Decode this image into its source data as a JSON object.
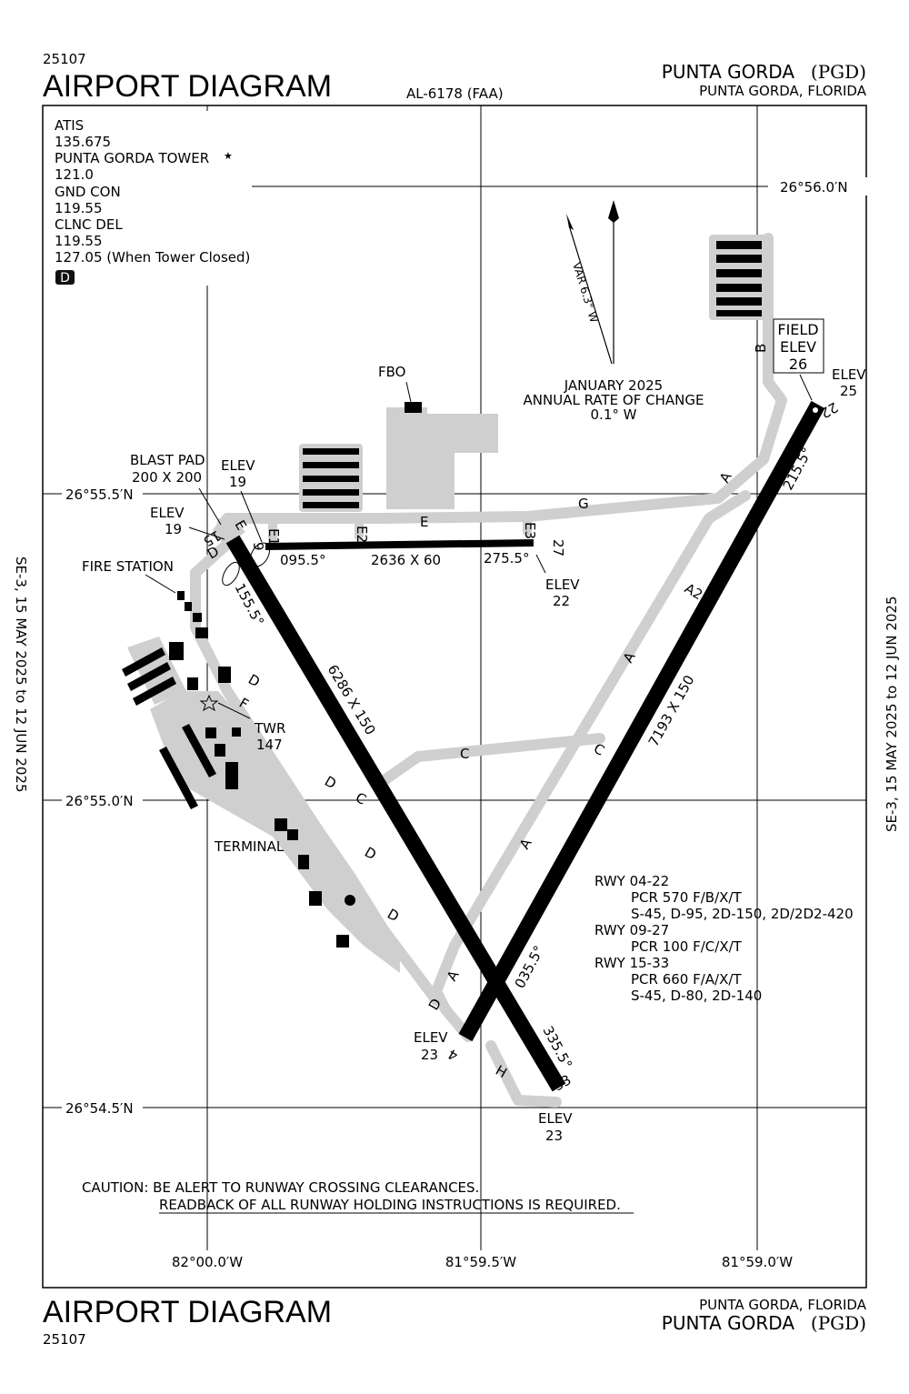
{
  "header": {
    "chart_number": "25107",
    "title": "AIRPORT DIAGRAM",
    "procedure_id": "AL-6178 (FAA)",
    "airport_name": "PUNTA GORDA",
    "airport_id": "(PGD)",
    "location": "PUNTA GORDA, FLORIDA"
  },
  "footer": {
    "title": "AIRPORT DIAGRAM",
    "chart_number": "25107",
    "location": "PUNTA GORDA, FLORIDA",
    "airport_name": "PUNTA GORDA",
    "airport_id": "(PGD)"
  },
  "side_labels": {
    "left": "SE-3,  15 MAY 2025  to  12 JUN 2025",
    "right": "SE-3,  15 MAY 2025  to  12 JUN 2025"
  },
  "frequencies": {
    "lines": [
      "ATIS",
      "135.675",
      "PUNTA GORDA TOWER",
      "121.0",
      "GND CON",
      "119.55",
      "CLNC DEL",
      "119.55",
      "127.05 (When Tower Closed)"
    ],
    "star": "★",
    "class_badge": "D"
  },
  "coordinates": {
    "lat": [
      "26°56.0′N",
      "26°55.5′N",
      "26°55.0′N",
      "26°54.5′N"
    ],
    "lon": [
      "82°00.0′W",
      "81°59.5′W",
      "81°59.0′W"
    ]
  },
  "magnetic": {
    "variation": "VAR 6.3° W",
    "rate_lines": [
      "JANUARY 2025",
      "ANNUAL RATE OF CHANGE",
      "0.1° W"
    ]
  },
  "field_elev": [
    "FIELD",
    "ELEV",
    "26"
  ],
  "runways": {
    "r0422": {
      "dims": "7193 X 150",
      "end_a": "4",
      "end_b": "22",
      "hdg_a": "035.5°",
      "hdg_b": "215.5°",
      "elev_a": [
        "ELEV",
        "23"
      ],
      "elev_b": [
        "ELEV",
        "25"
      ]
    },
    "r0927": {
      "dims": "2636 X 60",
      "end_a": "9",
      "end_b": "27",
      "hdg_a": "095.5°",
      "hdg_b": "275.5°",
      "elev_a": [
        "ELEV",
        "19"
      ],
      "elev_b": [
        "ELEV",
        "22"
      ]
    },
    "r1533": {
      "dims": "6286 X 150",
      "end_a": "15",
      "end_b": "33",
      "hdg_a": "155.5°",
      "hdg_b": "335.5°",
      "elev_a": [
        "ELEV",
        "19"
      ],
      "elev_b": [
        "ELEV",
        "23"
      ]
    }
  },
  "labels": {
    "blast_pad": [
      "BLAST PAD",
      "200 X 200"
    ],
    "fbo": "FBO",
    "fire_station": "FIRE STATION",
    "tower": [
      "TWR",
      "147"
    ],
    "terminal": "TERMINAL"
  },
  "taxiways": [
    "A",
    "A",
    "A",
    "A",
    "A2",
    "B",
    "C",
    "C",
    "C",
    "D",
    "D",
    "D",
    "D",
    "D",
    "D",
    "E",
    "E",
    "E1",
    "E2",
    "E3",
    "F",
    "G",
    "H"
  ],
  "runway_info": {
    "lines": [
      {
        "text": "RWY 04-22",
        "indent": false
      },
      {
        "text": "PCR 570 F/B/X/T",
        "indent": true
      },
      {
        "text": "S-45, D-95, 2D-150, 2D/2D2-420",
        "indent": true
      },
      {
        "text": "RWY 09-27",
        "indent": false
      },
      {
        "text": "PCR 100 F/C/X/T",
        "indent": true
      },
      {
        "text": "RWY 15-33",
        "indent": false
      },
      {
        "text": "PCR 660 F/A/X/T",
        "indent": true
      },
      {
        "text": "S-45, D-80, 2D-140",
        "indent": true
      }
    ]
  },
  "caution": [
    "CAUTION: BE ALERT TO RUNWAY CROSSING CLEARANCES.",
    "READBACK OF ALL RUNWAY HOLDING INSTRUCTIONS IS REQUIRED."
  ]
}
